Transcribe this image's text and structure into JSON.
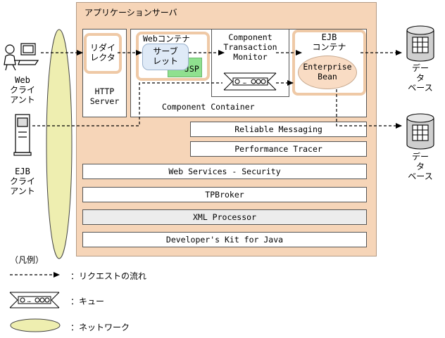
{
  "app_server": {
    "title": "アプリケーションサーバ"
  },
  "redirector": {
    "label": "リダイ\nレクタ"
  },
  "http_server": {
    "label": "HTTP\nServer"
  },
  "web_container": {
    "title": "Webコンテナ",
    "servlet": "サーブ\nレット",
    "jsp": "JSP"
  },
  "ctm": {
    "label": "Component\nTransaction\nMonitor"
  },
  "ejb_container": {
    "title": "EJB\nコンテナ",
    "bean": "Enterprise\nBean"
  },
  "component_container": {
    "label": "Component Container"
  },
  "bars": {
    "reliable_messaging": "Reliable Messaging",
    "performance_tracer": "Performance Tracer",
    "web_services_security": "Web Services - Security",
    "tpbroker": "TPBroker",
    "xml_processor": "XML Processor",
    "developers_kit": "Developer's  Kit for Java"
  },
  "web_client": {
    "label": "Web\nクライ\nアント"
  },
  "ejb_client": {
    "label": "EJB\nクライ\nアント"
  },
  "databases": [
    {
      "label": "デー\nタ\nベース"
    },
    {
      "label": "デー\nタ\nベース"
    }
  ],
  "legend": {
    "title": "（凡例）",
    "request_flow": "：リクエストの流れ",
    "queue": "：キュー",
    "network": "：ネットワーク"
  },
  "colors": {
    "app_server_bg": "#f6d5b8",
    "container_border": "#efc9a6",
    "servlet_bg": "#dfeaf7",
    "jsp_bg": "#8fe08f",
    "bean_bg": "#f9dcc4",
    "network_fill": "#eeeeb0"
  }
}
